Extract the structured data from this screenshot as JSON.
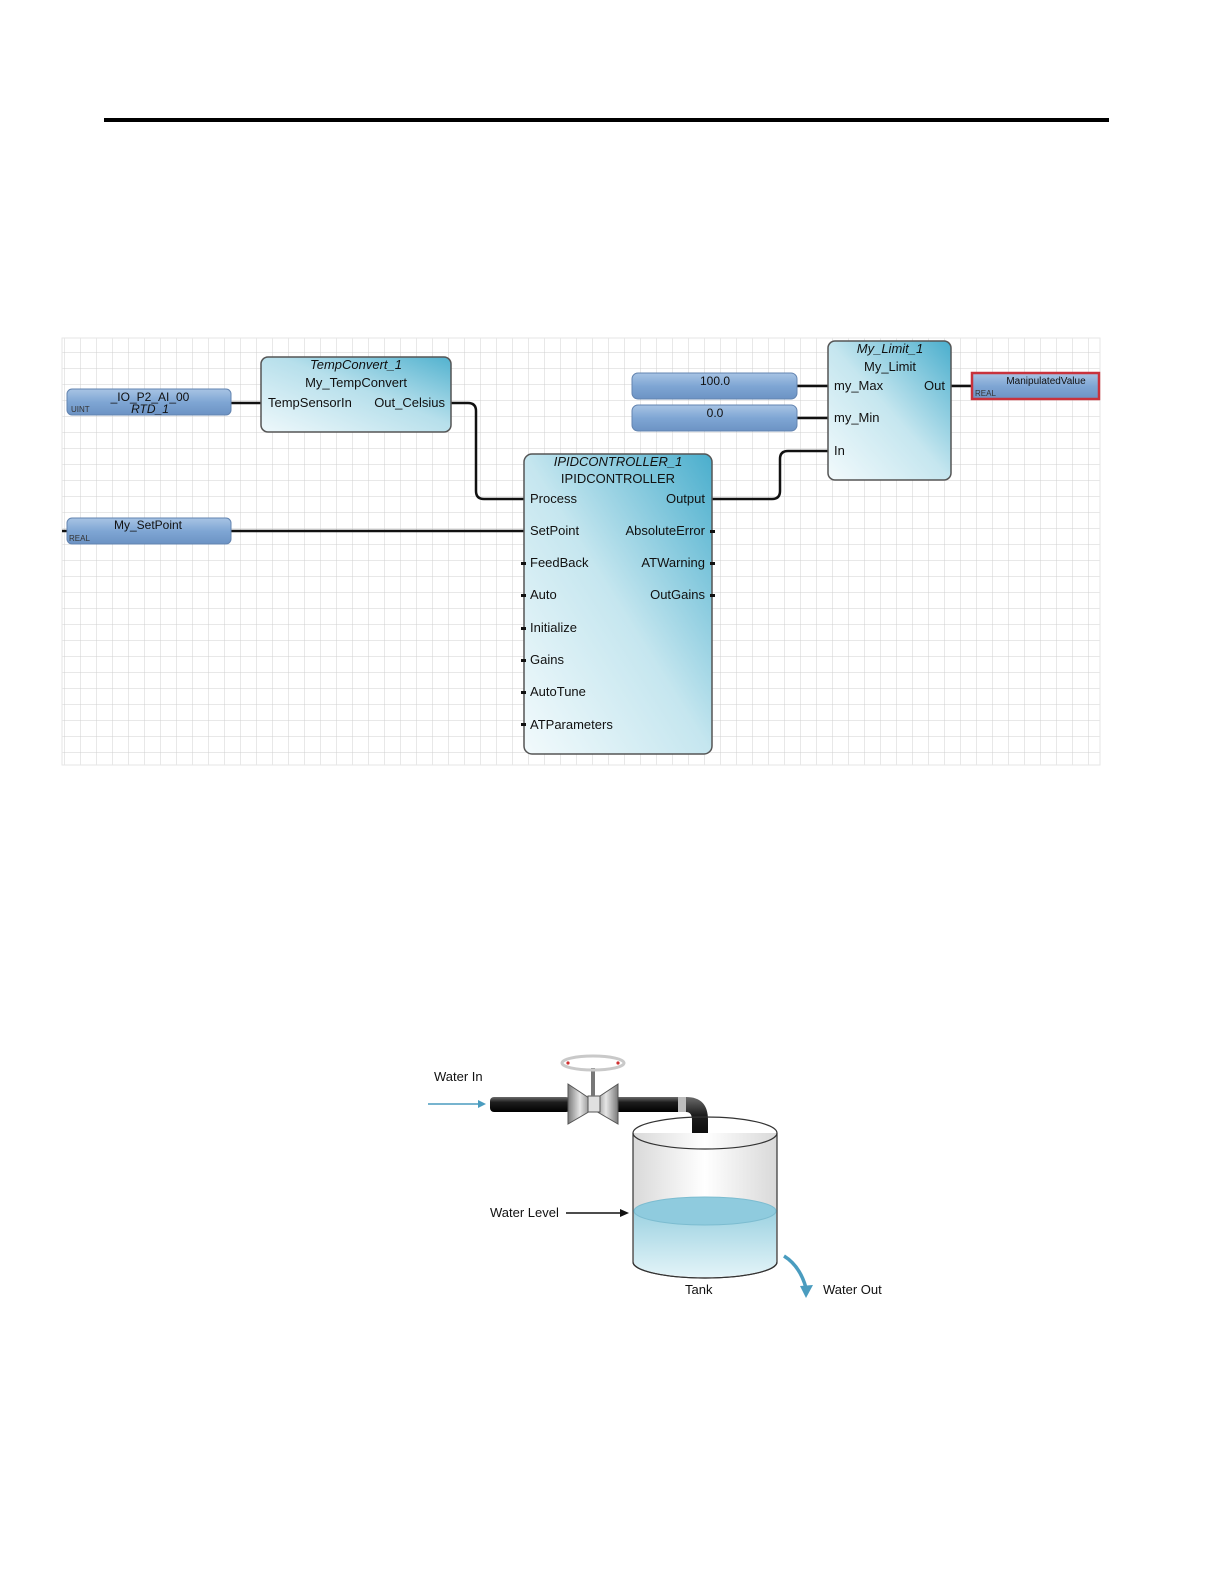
{
  "fbd": {
    "input_rtd": {
      "line1": "_IO_P2_AI_00",
      "line2": "RTD_1",
      "type": "UINT"
    },
    "input_setpoint": {
      "name": "My_SetPoint",
      "type": "REAL"
    },
    "tempconvert": {
      "instance": "TempConvert_1",
      "type": "My_TempConvert",
      "in_pin": "TempSensorIn",
      "out_pin": "Out_Celsius"
    },
    "const_max": "100.0",
    "const_min": "0.0",
    "pid": {
      "instance": "IPIDCONTROLLER_1",
      "type": "IPIDCONTROLLER",
      "inputs": [
        "Process",
        "SetPoint",
        "FeedBack",
        "Auto",
        "Initialize",
        "Gains",
        "AutoTune",
        "ATParameters"
      ],
      "outputs": [
        "Output",
        "AbsoluteError",
        "ATWarning",
        "OutGains"
      ]
    },
    "limit": {
      "instance": "My_Limit_1",
      "type": "My_Limit",
      "inputs": [
        "my_Max",
        "my_Min",
        "In"
      ],
      "output": "Out"
    },
    "output_var": {
      "name": "ManipulatedValue",
      "type": "REAL"
    }
  },
  "tank_diagram": {
    "water_in": "Water In",
    "water_level": "Water Level",
    "tank": "Tank",
    "water_out": "Water Out"
  }
}
